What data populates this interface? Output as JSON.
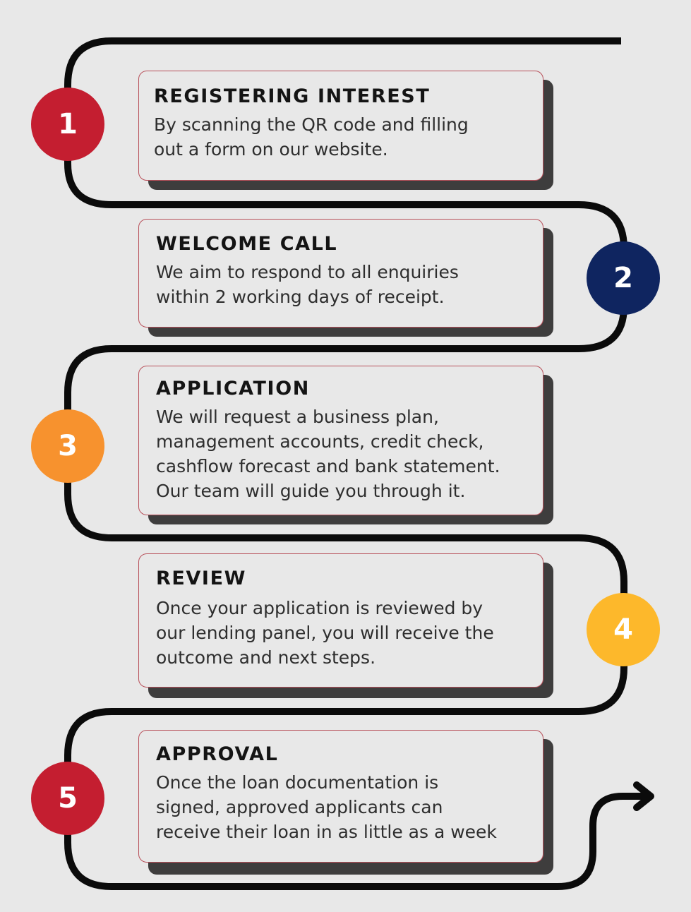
{
  "steps": [
    {
      "number": "1",
      "title": "REGISTERING INTEREST",
      "lines": [
        "By scanning the QR code and filling",
        "out a form on our website."
      ],
      "color": "#c41e30"
    },
    {
      "number": "2",
      "title": "WELCOME CALL",
      "lines": [
        "We aim to respond to all enquiries",
        "within 2 working days of receipt."
      ],
      "color": "#0f2560"
    },
    {
      "number": "3",
      "title": "APPLICATION",
      "lines": [
        "We will request a business plan,",
        "management accounts, credit check,",
        "cashflow forecast and bank statement.",
        "Our team will guide you through it."
      ],
      "color": "#f7922e"
    },
    {
      "number": "4",
      "title": "REVIEW",
      "lines": [
        "Once your application is reviewed by",
        "our lending panel, you will receive the",
        "outcome and next steps."
      ],
      "color": "#fdb82b"
    },
    {
      "number": "5",
      "title": "APPROVAL",
      "lines": [
        "Once the loan documentation is",
        "signed, approved applicants can",
        "receive their loan in as little as a week"
      ],
      "color": "#c41e30"
    }
  ]
}
